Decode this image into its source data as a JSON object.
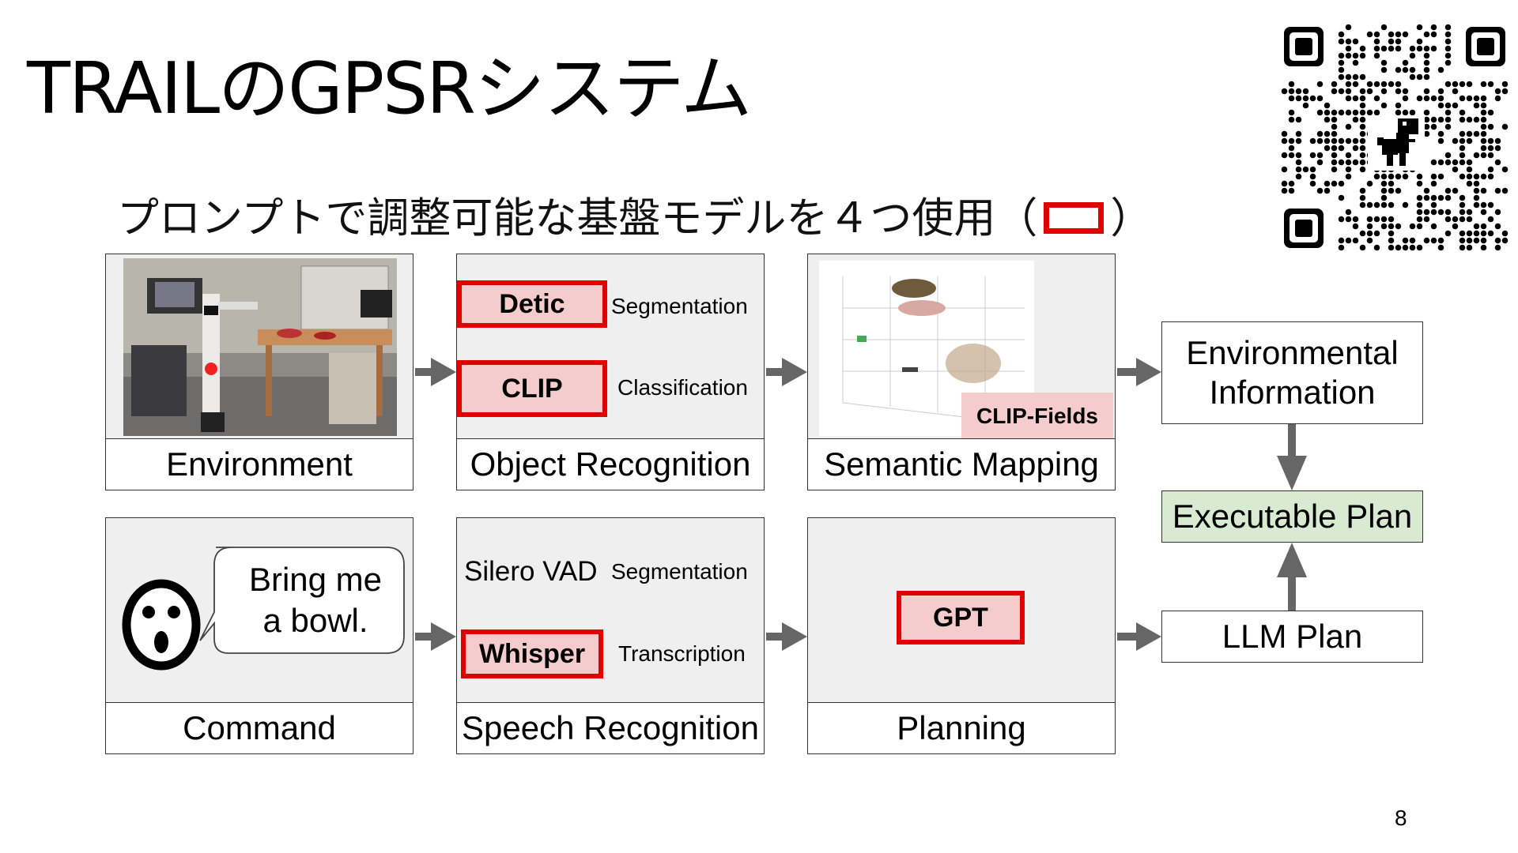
{
  "slide": {
    "title": "TRAILのGPSRシステム",
    "subtitle_prefix": "プロンプトで調整可能な基盤モデルを４つ使用（",
    "subtitle_suffix": "）",
    "page_number": "8"
  },
  "panels": {
    "environment": {
      "caption": "Environment"
    },
    "object_recognition": {
      "caption": "Object Recognition",
      "model1": "Detic",
      "task1": "Segmentation",
      "model2": "CLIP",
      "task2": "Classification"
    },
    "semantic_mapping": {
      "caption": "Semantic Mapping",
      "model": "CLIP-Fields"
    },
    "command": {
      "caption": "Command",
      "speech_line1": "Bring me",
      "speech_line2": "a bowl."
    },
    "speech_recognition": {
      "caption": "Speech Recognition",
      "model1": "Silero VAD",
      "task1": "Segmentation",
      "model2": "Whisper",
      "task2": "Transcription"
    },
    "planning": {
      "caption": "Planning",
      "model": "GPT"
    }
  },
  "side_boxes": {
    "environmental_info": "Environmental Information",
    "executable_plan": "Executable Plan",
    "llm_plan": "LLM Plan"
  },
  "colors": {
    "highlight_border": "#e00000",
    "highlight_fill": "#f4cccc",
    "panel_fill": "#efefef",
    "arrow": "#666666",
    "executable_fill": "#d9ead3"
  },
  "icons": {
    "qr": "qr-code-icon",
    "face": "surprised-face-icon",
    "arrow": "arrow-right-icon"
  }
}
